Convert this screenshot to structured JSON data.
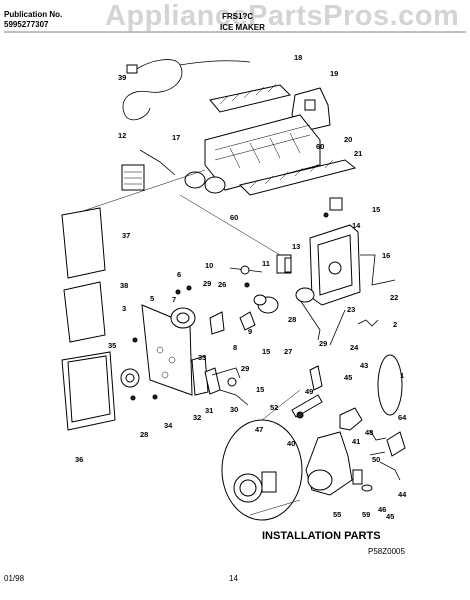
{
  "header": {
    "publication_label": "Publication No.",
    "publication_number": "5995277307",
    "model_obscured": "FRS1?C",
    "section_title": "ICE MAKER"
  },
  "watermark": "AppliancePartsPros.com",
  "footer": {
    "date": "01/98",
    "page": "14",
    "diagram_code": "P58Z0005"
  },
  "installation_label": "INSTALLATION PARTS",
  "callouts": [
    "39",
    "18",
    "19",
    "12",
    "17",
    "20",
    "60",
    "21",
    "60",
    "15",
    "14",
    "37",
    "13",
    "16",
    "10",
    "11",
    "6",
    "26",
    "38",
    "7",
    "29",
    "22",
    "3",
    "5",
    "23",
    "2",
    "28",
    "9",
    "27",
    "35",
    "33",
    "8",
    "15",
    "24",
    "29",
    "29",
    "43",
    "45",
    "1",
    "52",
    "30",
    "15",
    "31",
    "32",
    "34",
    "49",
    "48",
    "28",
    "64",
    "40",
    "47",
    "41",
    "36",
    "50",
    "44",
    "55",
    "59",
    "46",
    "45"
  ]
}
